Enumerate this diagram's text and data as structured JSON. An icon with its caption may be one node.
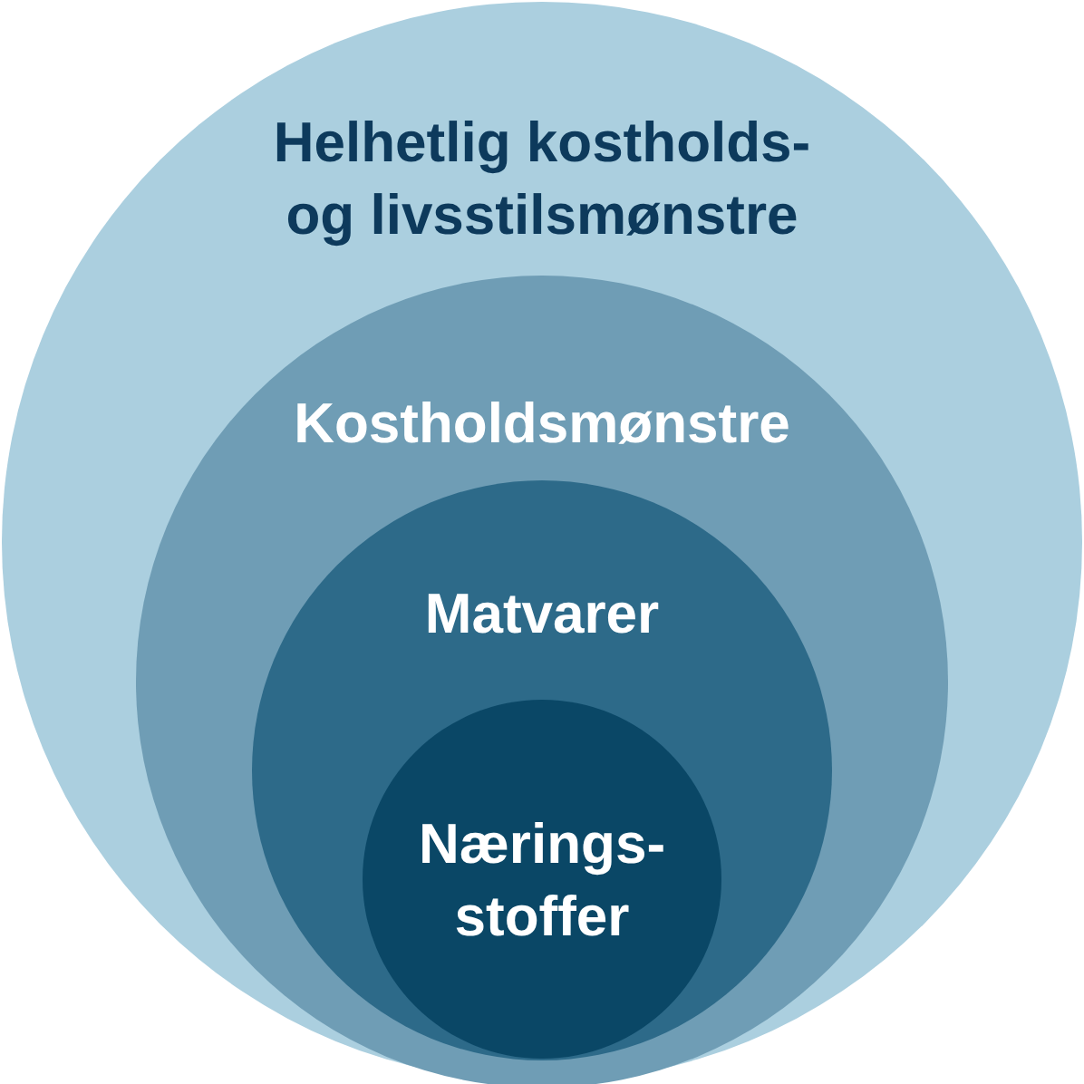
{
  "diagram": {
    "nodes": [
      {
        "text": [
          "Helhetlig kostholds- og livsstilsmønstre"
        ]
      },
      {
        "text": [
          "Kostholdsmønstre"
        ],
        "in": 0
      },
      {
        "text": [
          "Matvarer"
        ],
        "in": 1
      },
      {
        "text": [
          "Nærings- stoffer"
        ],
        "in": 2
      }
    ],
    "edges": []
  }
}
